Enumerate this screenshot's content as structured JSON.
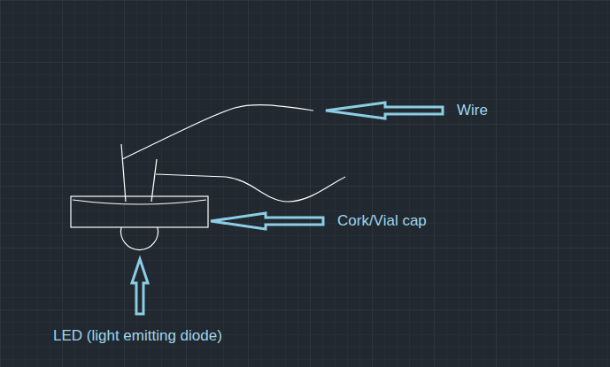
{
  "diagram": {
    "labels": [
      "Wire",
      "Cork/Vial cap",
      "LED (light emitting diode)"
    ]
  }
}
